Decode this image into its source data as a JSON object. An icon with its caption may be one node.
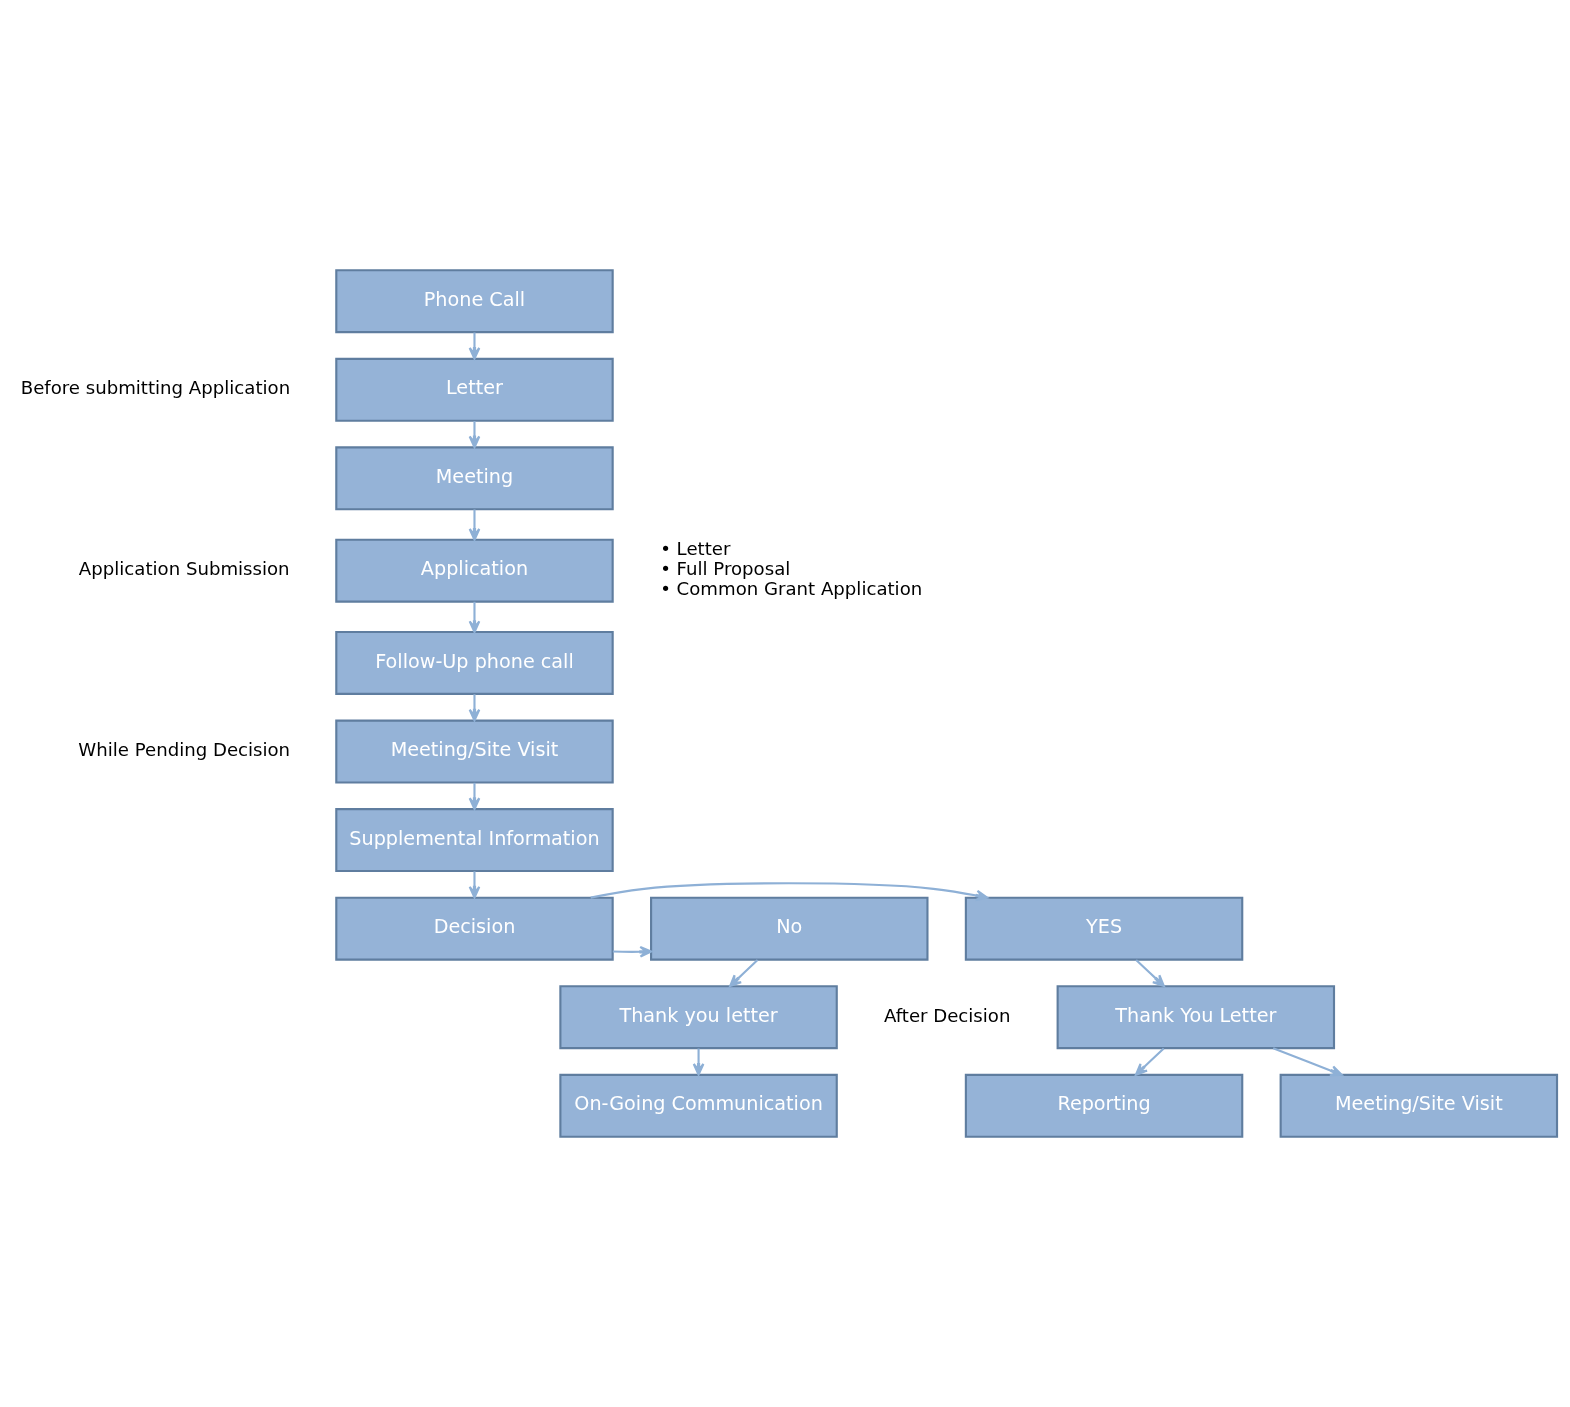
{
  "diagram": {
    "nodes": [
      {
        "text": [
          "Phone Call"
        ]
      },
      {
        "text": [
          "Letter"
        ]
      },
      {
        "text": [
          "Meeting"
        ]
      },
      {
        "text": [
          "Application"
        ]
      },
      {
        "text": [
          "Follow-Up phone call"
        ]
      },
      {
        "text": [
          "Meeting/Site Visit"
        ]
      },
      {
        "text": [
          "Supplemental Information"
        ]
      },
      {
        "text": [
          "Decision"
        ]
      },
      {
        "text": [
          "YES"
        ]
      },
      {
        "text": [
          "No"
        ]
      },
      {
        "text": [
          "Thank You Letter"
        ]
      },
      {
        "text": [
          "Meeting/Site Visit"
        ]
      },
      {
        "text": [
          "Reporting"
        ]
      },
      {
        "text": [
          "Thank you letter"
        ]
      },
      {
        "text": [
          "On-Going Communication"
        ]
      }
    ],
    "edges": [
      {
        "from": 0,
        "to": 1,
        "arrow": "to"
      },
      {
        "from": 1,
        "to": 2,
        "arrow": "to"
      },
      {
        "from": 2,
        "to": 3,
        "arrow": "to"
      },
      {
        "from": 3,
        "to": 4,
        "arrow": "to"
      },
      {
        "from": 4,
        "to": 5,
        "arrow": "to"
      },
      {
        "from": 5,
        "to": 6,
        "arrow": "to"
      },
      {
        "from": 6,
        "to": 7,
        "arrow": "to"
      },
      {
        "from": 7,
        "to": 8,
        "arrow": "to"
      },
      {
        "from": 7,
        "to": 9,
        "arrow": "to"
      },
      {
        "from": 8,
        "to": 10,
        "arrow": "to"
      },
      {
        "from": 10,
        "to": 11,
        "arrow": "to"
      },
      {
        "from": 10,
        "to": 12,
        "arrow": "to"
      },
      {
        "from": 9,
        "to": 13,
        "arrow": "to"
      },
      {
        "from": 13,
        "to": 14,
        "arrow": "to"
      }
    ],
    "labels": [
      "Before submitting Application",
      "Application Submission",
      "• Letter",
      "• Full Proposal",
      "• Common Grant Application",
      "While Pending Decision",
      "After Decision"
    ]
  }
}
